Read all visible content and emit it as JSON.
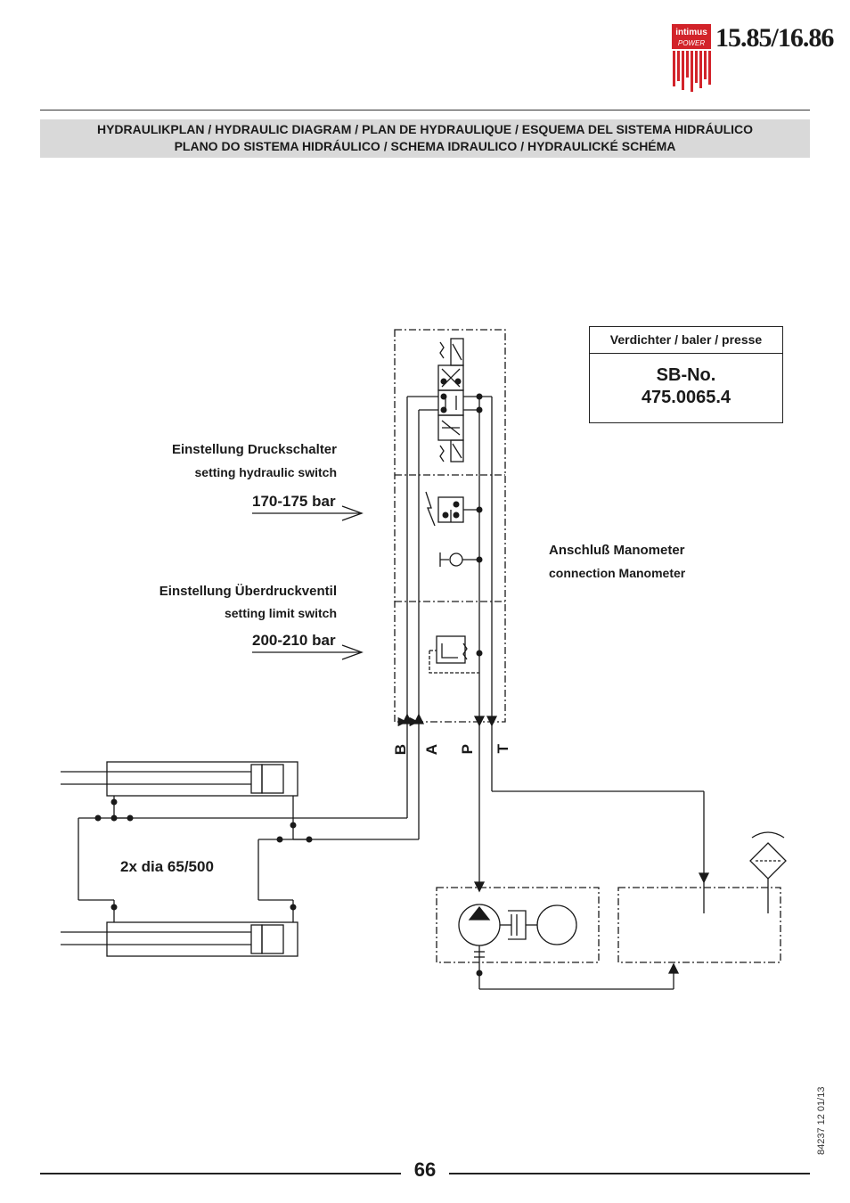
{
  "header": {
    "logo_brand": "intimus",
    "logo_sub": "POWER",
    "model": "15.85/16.86",
    "title_line1": "HYDRAULIKPLAN / HYDRAULIC DIAGRAM / PLAN DE HYDRAULIQUE / ESQUEMA DEL SISTEMA HIDRÁULICO",
    "title_line2": "PLANO DO SISTEMA HIDRÁULICO / SCHEMA IDRAULICO / HYDRAULICKÉ SCHÉMA"
  },
  "info_box": {
    "caption": "Verdichter / baler / presse",
    "line1": "SB-No.",
    "line2": "475.0065.4"
  },
  "labels": {
    "switch_de": "Einstellung Druckschalter",
    "switch_en": "setting hydraulic switch",
    "switch_value": "170-175 bar",
    "relief_de": "Einstellung Überdruckventil",
    "relief_en": "setting limit switch",
    "relief_value": "200-210 bar",
    "manometer_de": "Anschluß Manometer",
    "manometer_en": "connection Manometer",
    "cylinders": "2x dia 65/500",
    "port_b": "B",
    "port_a": "A",
    "port_p": "P",
    "port_t": "T"
  },
  "footer": {
    "doc_code": "84237 12 01/13",
    "page_number": "66"
  },
  "colors": {
    "brand_red": "#d2232a",
    "band_gray": "#d9d9d9",
    "line": "#1a1a1a"
  }
}
